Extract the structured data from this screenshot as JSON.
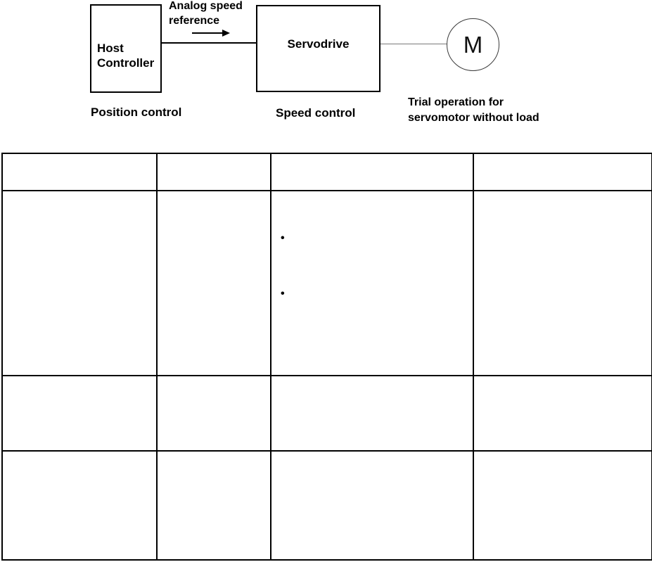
{
  "diagram": {
    "host_box": {
      "label": "Host\nController",
      "caption": "Position control"
    },
    "servodrive_box": {
      "label": "Servodrive",
      "caption": "Speed control"
    },
    "motor": {
      "label": "M",
      "caption": "Trial operation for\nservomotor without load"
    },
    "arrow_label": "Analog speed\nreference"
  },
  "table": {
    "headers": [
      "",
      "",
      "",
      ""
    ],
    "body_rows": [
      [
        "",
        "",
        "",
        ""
      ],
      [
        "",
        "",
        "",
        ""
      ],
      [
        "",
        "",
        "",
        ""
      ]
    ],
    "bullet_list_cell": {
      "body_row": 0,
      "col": 2,
      "items": [
        "",
        ""
      ]
    }
  },
  "icons": {
    "bullet": "•"
  },
  "colors": {
    "border": "#000000",
    "text": "#000000",
    "motor_shaft_line": "#7a7a7a",
    "background": "#ffffff"
  }
}
